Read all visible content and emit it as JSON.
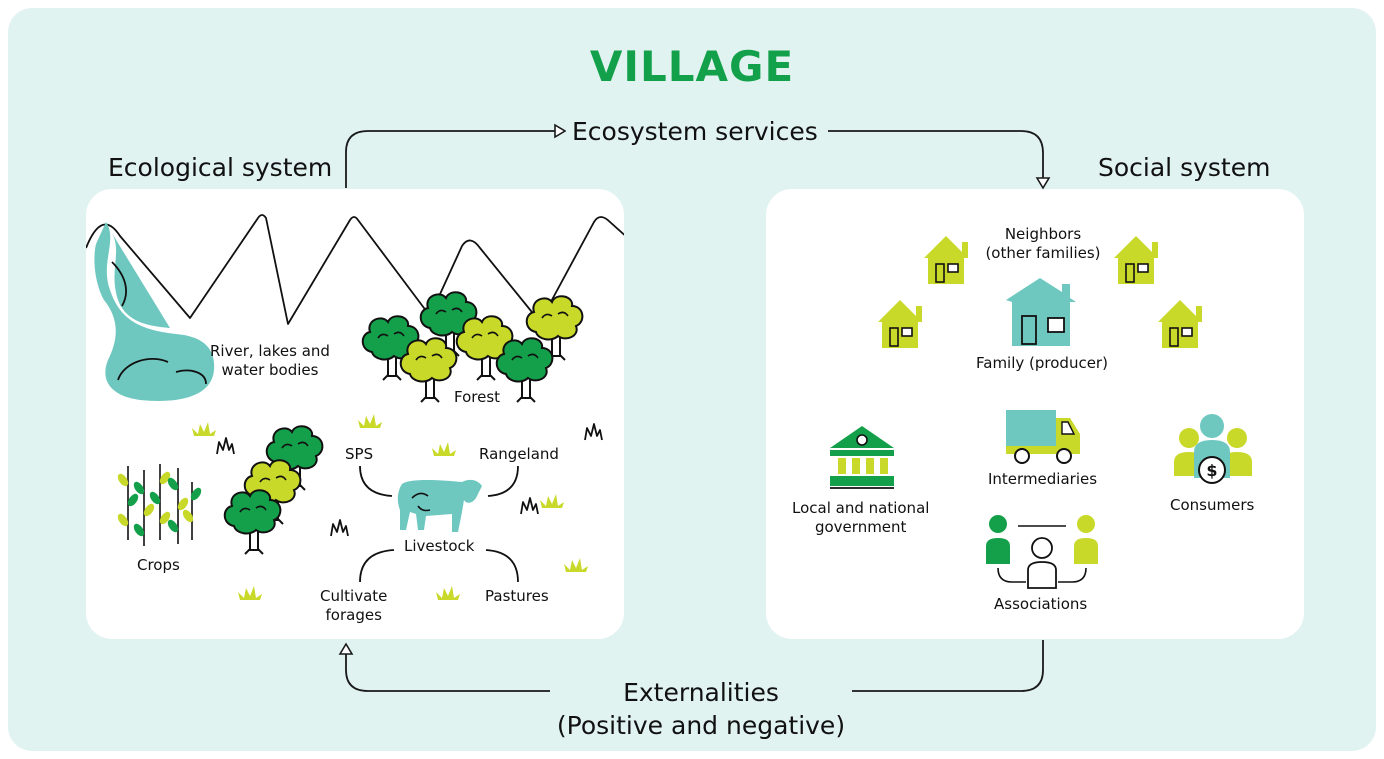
{
  "title": "VILLAGE",
  "ecological": {
    "heading": "Ecological system",
    "labels": {
      "water": [
        "River, lakes and",
        "water bodies"
      ],
      "forest": "Forest",
      "sps": "SPS",
      "rangeland": "Rangeland",
      "livestock": "Livestock",
      "crops": "Crops",
      "forages": [
        "Cultivate",
        "forages"
      ],
      "pastures": "Pastures"
    }
  },
  "social": {
    "heading": "Social system",
    "labels": {
      "neighbors": [
        "Neighbors",
        "(other families)"
      ],
      "family": "Family (producer)",
      "government": [
        "Local and national",
        "government"
      ],
      "intermediaries": "Intermediaries",
      "consumers": "Consumers",
      "associations": "Associations"
    }
  },
  "flows": {
    "top": "Ecosystem services",
    "bottom_line1": "Externalities",
    "bottom_line2": "(Positive and negative)"
  },
  "colors": {
    "frame_bg": "#e1f3f1",
    "title_green": "#12a04b",
    "teal": "#6fc8c0",
    "lime": "#c9d92a",
    "dark_green": "#14a04b"
  },
  "icons": [
    "mountain-range-icon",
    "river-icon",
    "tree-icon",
    "cow-icon",
    "grass-icon",
    "crop-icon",
    "house-icon",
    "government-building-icon",
    "truck-icon",
    "consumers-icon",
    "association-people-icon",
    "arrow-icon"
  ]
}
